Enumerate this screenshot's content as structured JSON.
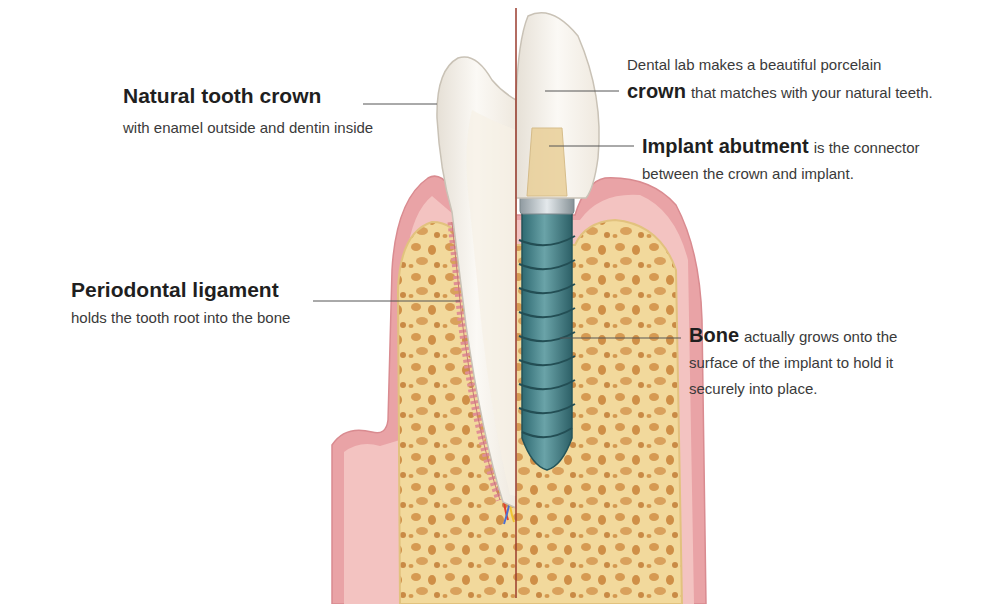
{
  "diagram": {
    "labels": [
      "Natural tooth crown",
      "with enamel outside and dentin inside",
      "Periodontal ligament",
      "holds the tooth root into the bone",
      "Dental lab makes a beautiful porcelain",
      "crown",
      "that matches with your natural teeth.",
      "Implant abutment",
      "is the connector between the crown and implant.",
      "Bone",
      "actually grows onto the surface of the implant to hold it securely into place."
    ]
  }
}
